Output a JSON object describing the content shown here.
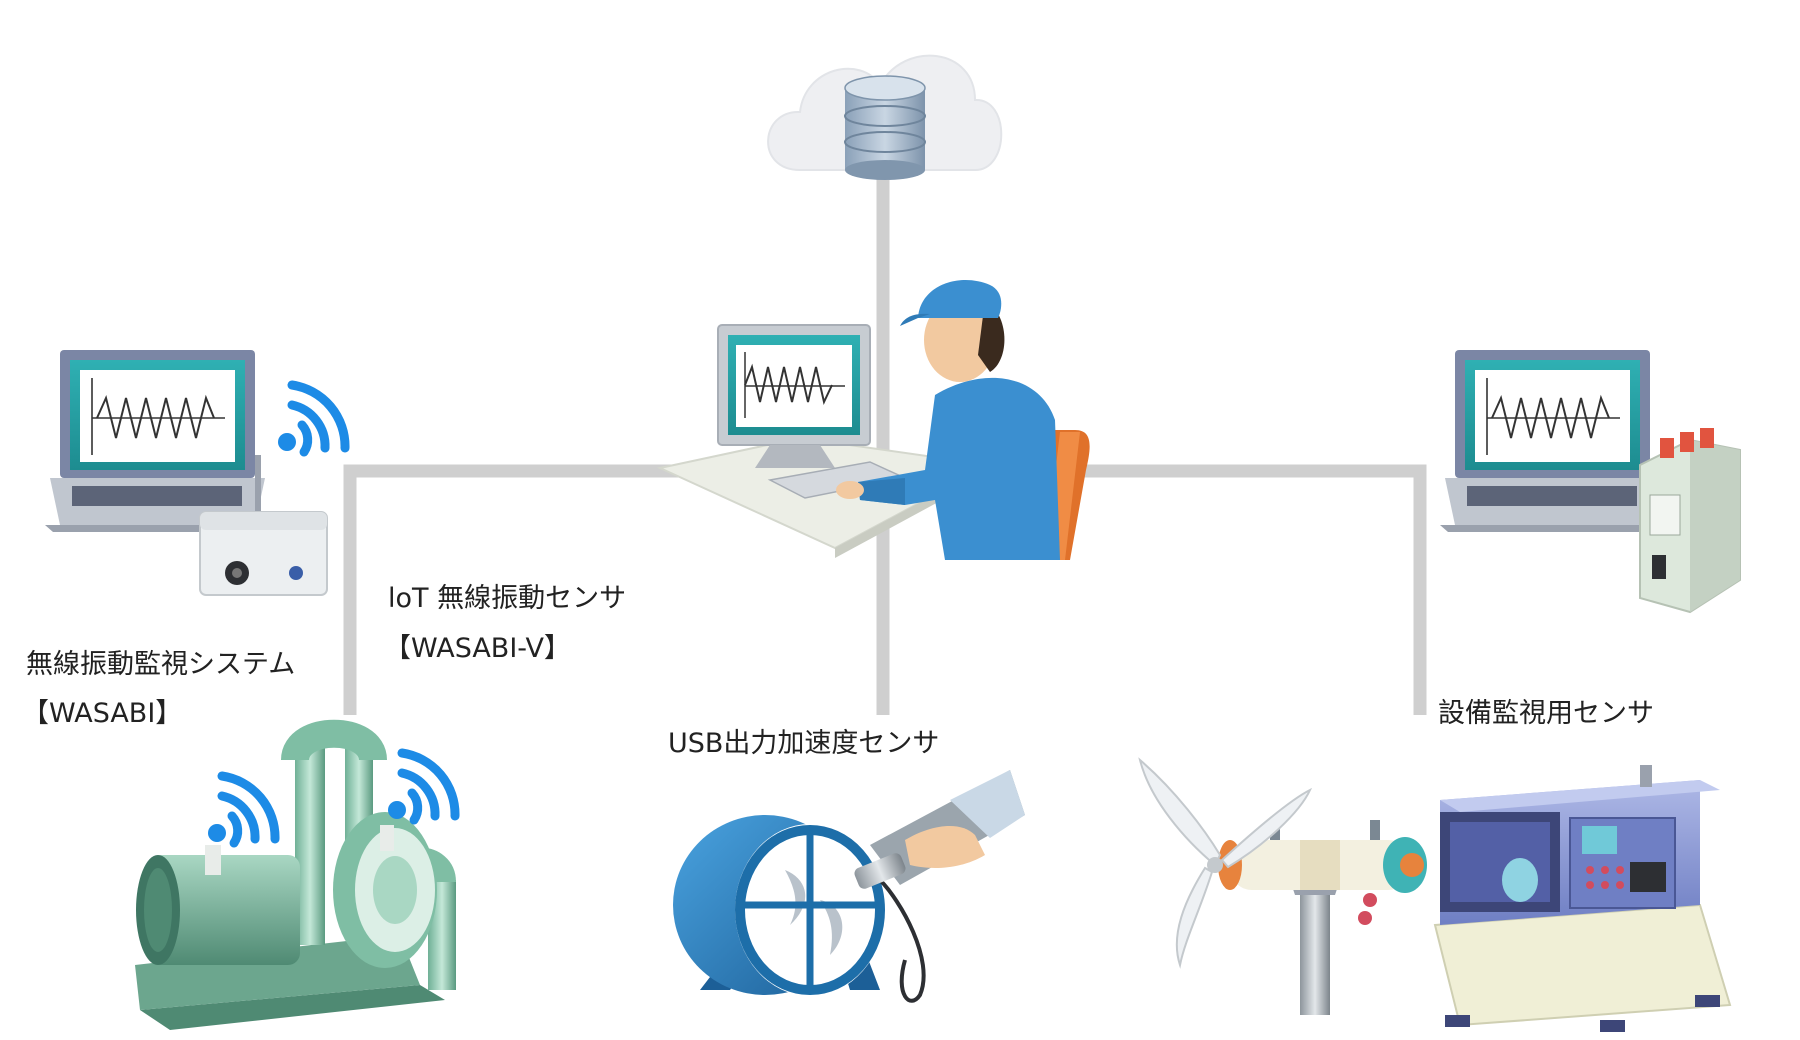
{
  "labels": {
    "wasabi_system_line1": "無線振動監視システム",
    "wasabi_system_line2": "【WASABI】",
    "iot_sensor_line1": "loT 無線振動センサ",
    "iot_sensor_line2": "【WASABI-V】",
    "usb_sensor": "USB出力加速度センサ",
    "monitoring_sensor": "設備監視用センサ"
  },
  "colors": {
    "connector_line": "#cfcfcf",
    "screen_teal": "#2aa3a6",
    "worker_blue": "#3b8fd0",
    "chair_orange": "#e0712a",
    "wifi_blue": "#1d8be6",
    "pump_green": "#5f9e86",
    "fan_blue": "#2680c2",
    "cloud_gray": "#eeeff2"
  },
  "icons": [
    "cloud-database-icon",
    "operator-workstation-icon",
    "laptop-waveform-icon",
    "wireless-receiver-icon",
    "wifi-signal-icon",
    "pump-motor-icon",
    "axial-fan-icon",
    "handheld-sensor-icon",
    "wind-turbine-icon",
    "cnc-lathe-icon",
    "din-rail-module-icon"
  ]
}
